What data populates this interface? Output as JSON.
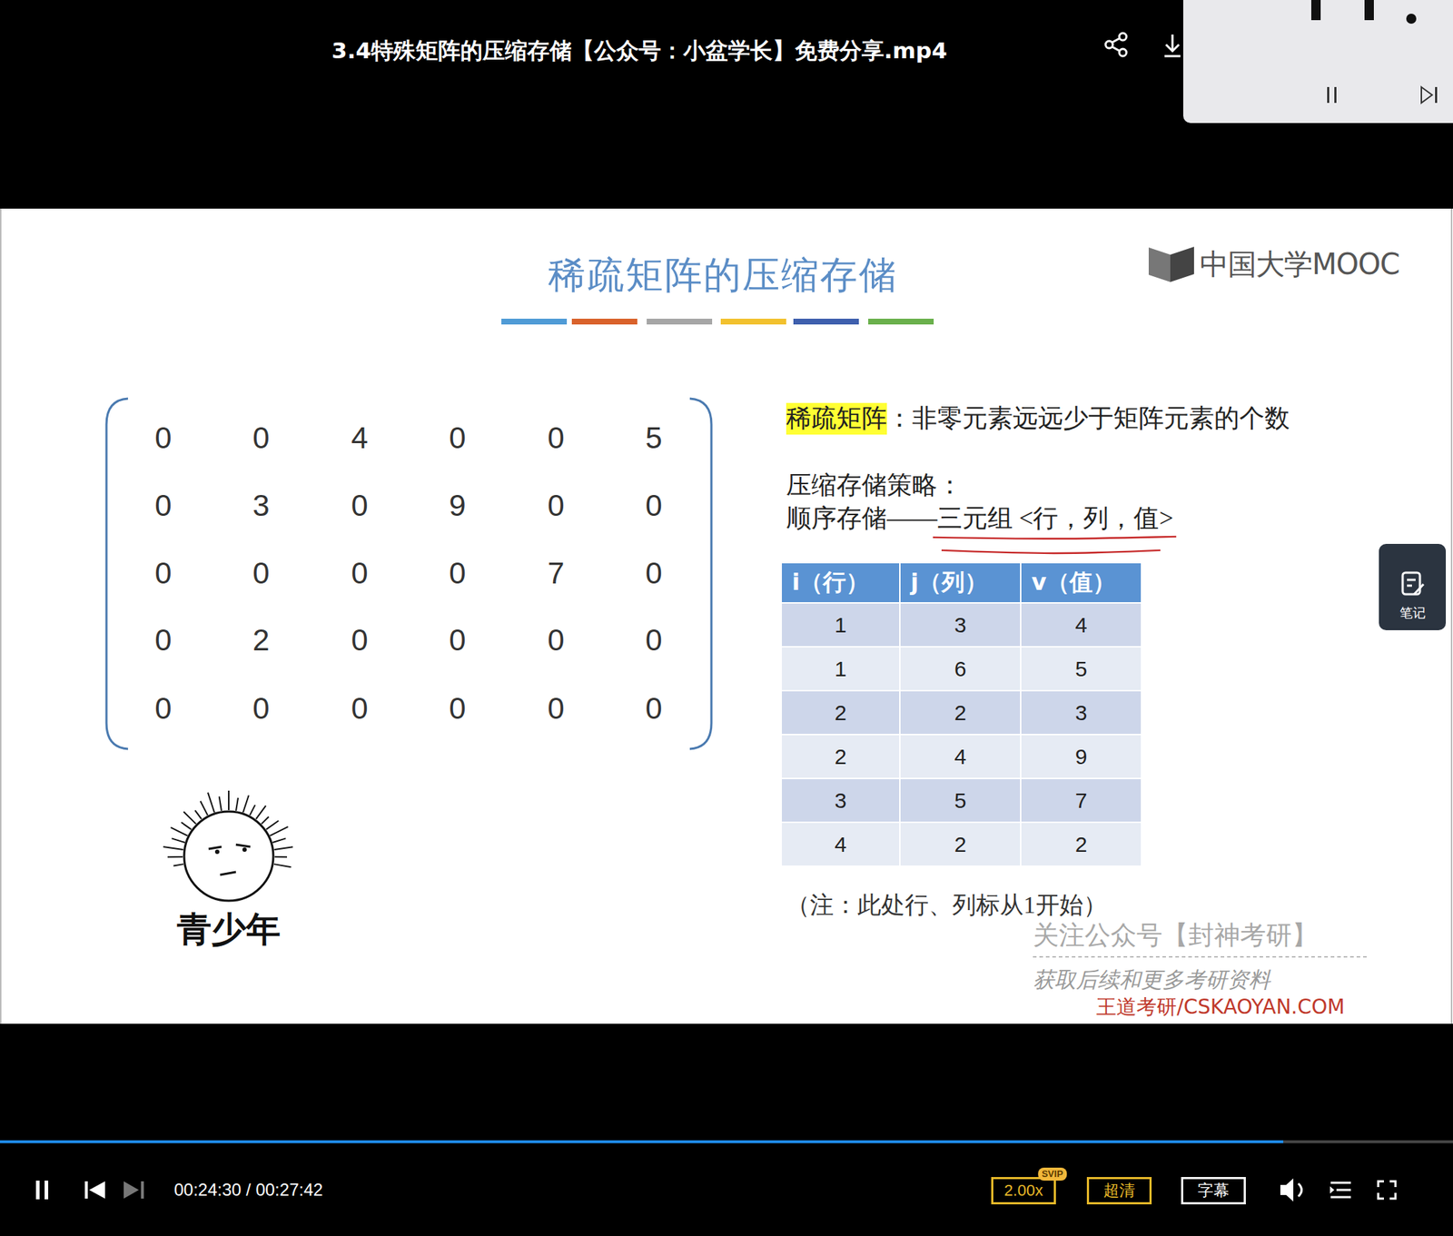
{
  "diagram": {
    "title": "稀疏矩阵的压缩存储",
    "nodes": [
      {
        "text": [
          "笔记"
        ]
      },
      {
        "text": [
          "2.00x"
        ]
      },
      {
        "text": [
          "超清"
        ]
      },
      {
        "text": [
          "字幕"
        ]
      }
    ],
    "labels": [
      "3.4特殊矩阵的压缩存储【公众号：小盆学长】免费分享.mp4",
      "中国大学MOOC",
      "0",
      "0",
      "4",
      "0",
      "0",
      "5",
      "0",
      "3",
      "0",
      "9",
      "0",
      "0",
      "0",
      "0",
      "0",
      "0",
      "7",
      "0",
      "0",
      "2",
      "0",
      "0",
      "0",
      "0",
      "0",
      "0",
      "0",
      "0",
      "0",
      "0",
      "青少年",
      "稀疏矩阵",
      "：非零元素远远少于矩阵元素的个数",
      "压缩存储策略：",
      "顺序存储——",
      "三元组 <行，列，值>",
      "i（行）",
      "j（列）",
      "v（值）",
      "1",
      "3",
      "4",
      "1",
      "6",
      "5",
      "2",
      "2",
      "3",
      "2",
      "4",
      "9",
      "3",
      "5",
      "7",
      "4",
      "2",
      "2",
      "（注：此处行、列标从1开始）",
      "关注公众号【封神考研】",
      "获取后续和更多考研资料",
      "王道考研/CSKAOYAN.COM",
      "00:24:30 / 00:27:42",
      "SVIP"
    ]
  }
}
